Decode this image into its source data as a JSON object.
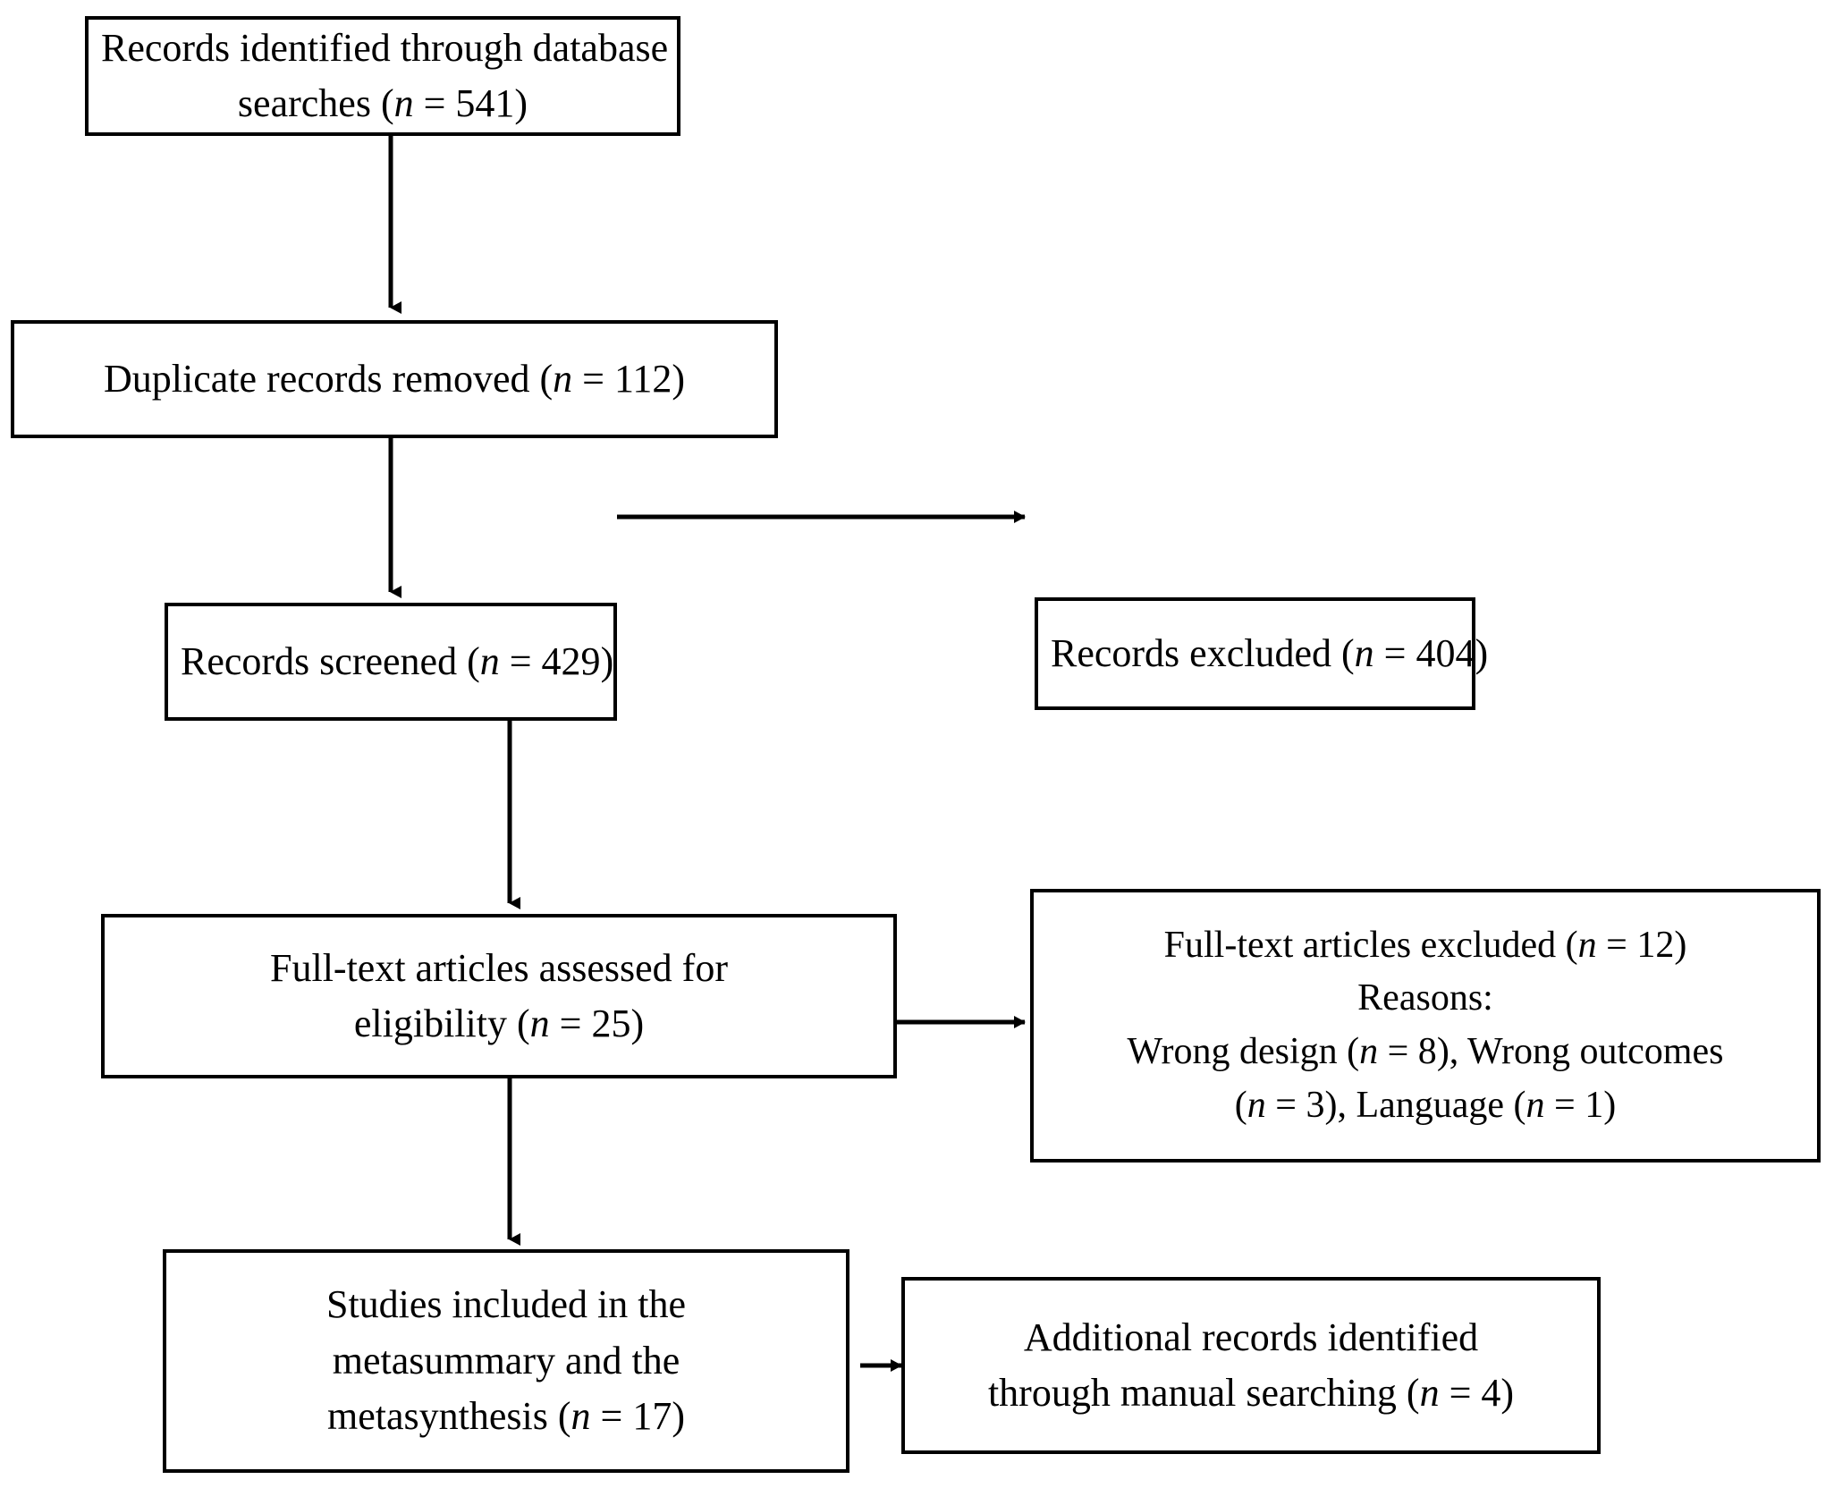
{
  "diagram": {
    "type": "prisma-flow-diagram",
    "title": "PRISMA study selection flow diagram",
    "stroke_color": "#000000",
    "fill_color": "#ffffff",
    "text_color": "#000000",
    "nodes": [
      {
        "id": "records-identified",
        "name": "records-identified-box",
        "lines": [
          {
            "pre": "Records identified through database",
            "n_label": "",
            "n_value": "",
            "post": ""
          },
          {
            "pre": "searches (",
            "n_label": "n",
            "n_value": " = 541",
            "post": ")"
          }
        ],
        "plain_text": "Records identified through database searches (n = 541)",
        "count": 541
      },
      {
        "id": "duplicates-removed",
        "name": "duplicate-records-removed-box",
        "lines": [
          {
            "pre": "Duplicate records removed (",
            "n_label": "n",
            "n_value": " = 112",
            "post": ")"
          }
        ],
        "plain_text": "Duplicate records removed (n = 112)",
        "count": 112
      },
      {
        "id": "records-screened",
        "name": "records-screened-box",
        "lines": [
          {
            "pre": "Records screened (",
            "n_label": "n",
            "n_value": " = 429",
            "post": ")"
          }
        ],
        "plain_text": "Records screened (n = 429)",
        "count": 429
      },
      {
        "id": "records-excluded",
        "name": "records-excluded-box",
        "lines": [
          {
            "pre": "Records excluded (",
            "n_label": "n",
            "n_value": " = 404",
            "post": ")"
          }
        ],
        "plain_text": "Records excluded (n = 404)",
        "count": 404
      },
      {
        "id": "fulltext-assessed",
        "name": "fulltext-articles-assessed-box",
        "lines": [
          {
            "pre": "Full-text articles assessed for",
            "n_label": "",
            "n_value": "",
            "post": ""
          },
          {
            "pre": "eligibility (",
            "n_label": "n",
            "n_value": " = 25",
            "post": ")"
          }
        ],
        "plain_text": "Full-text articles assessed for eligibility (n = 25)",
        "count": 25
      },
      {
        "id": "fulltext-excluded",
        "name": "fulltext-articles-excluded-box",
        "lines": [
          {
            "pre": "Full-text articles excluded (",
            "n_label": "n",
            "n_value": " = 12",
            "post": ")"
          },
          {
            "pre": "Reasons:",
            "n_label": "",
            "n_value": "",
            "post": ""
          },
          {
            "pre": "Wrong design (",
            "n_label": "n",
            "n_value": " = 8",
            "post": "), Wrong outcomes"
          },
          {
            "pre": "(",
            "n_label": "n",
            "n_value": " = 3",
            "post": "), Language (",
            "n_label2": "n",
            "n_value2": " = 1",
            "post2": ")"
          }
        ],
        "plain_text": "Full-text articles excluded (n = 12) Reasons: Wrong design (n = 8), Wrong outcomes (n = 3), Language (n = 1)",
        "count": 12,
        "reasons": [
          {
            "label": "Wrong design",
            "count": 8
          },
          {
            "label": "Wrong outcomes",
            "count": 3
          },
          {
            "label": "Language",
            "count": 1
          }
        ]
      },
      {
        "id": "studies-included",
        "name": "studies-included-box",
        "lines": [
          {
            "pre": "Studies included in the",
            "n_label": "",
            "n_value": "",
            "post": ""
          },
          {
            "pre": "metasummary and the",
            "n_label": "",
            "n_value": "",
            "post": ""
          },
          {
            "pre": "metasynthesis (",
            "n_label": "n",
            "n_value": " = 17",
            "post": ")"
          }
        ],
        "plain_text": "Studies included in the metasummary and the metasynthesis (n = 17)",
        "count": 17
      },
      {
        "id": "additional-records",
        "name": "additional-records-box",
        "lines": [
          {
            "pre": "Additional records identified",
            "n_label": "",
            "n_value": "",
            "post": ""
          },
          {
            "pre": "through manual searching (",
            "n_label": "n",
            "n_value": " = 4",
            "post": ")"
          }
        ],
        "plain_text": "Additional records identified through manual searching (n = 4)",
        "count": 4
      }
    ],
    "edges": [
      {
        "name": "edge-identified-to-duplicates",
        "from": "records-identified",
        "to": "duplicates-removed",
        "direction": "down"
      },
      {
        "name": "edge-duplicates-to-screened",
        "from": "duplicates-removed",
        "to": "records-screened",
        "direction": "down"
      },
      {
        "name": "edge-screened-to-excluded",
        "from": "records-screened",
        "to": "records-excluded",
        "direction": "right"
      },
      {
        "name": "edge-screened-to-fulltext",
        "from": "records-screened",
        "to": "fulltext-assessed",
        "direction": "down"
      },
      {
        "name": "edge-fulltext-to-fulltext-excluded",
        "from": "fulltext-assessed",
        "to": "fulltext-excluded",
        "direction": "right"
      },
      {
        "name": "edge-fulltext-to-included",
        "from": "fulltext-assessed",
        "to": "studies-included",
        "direction": "down"
      },
      {
        "name": "edge-additional-to-included",
        "from": "additional-records",
        "to": "studies-included",
        "direction": "left"
      }
    ]
  }
}
